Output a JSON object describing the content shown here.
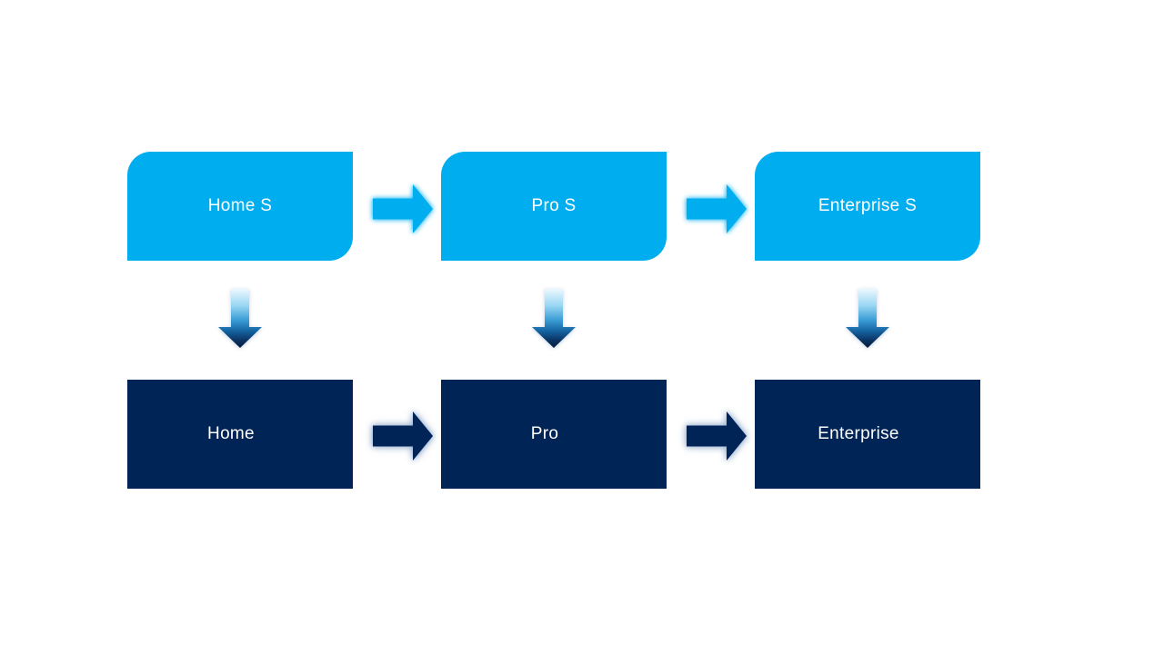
{
  "diagram": {
    "kind": "upgrade-flow",
    "top_row": {
      "boxes": [
        {
          "label": "Home S"
        },
        {
          "label": "Pro S"
        },
        {
          "label": "Enterprise S"
        }
      ]
    },
    "bottom_row": {
      "boxes": [
        {
          "label": "Home"
        },
        {
          "label": "Pro"
        },
        {
          "label": "Enterprise"
        }
      ]
    },
    "icons": {
      "right_arrow": "block-arrow-right",
      "down_arrow": "block-arrow-down"
    }
  },
  "colors": {
    "background": "#ffffff",
    "light_blue": "#00aeef",
    "dark_navy": "#012456",
    "label_text": "#ffffff",
    "down_gradient": [
      "#ecf8fe",
      "#9ad7f3",
      "#3e9fd7",
      "#14629f",
      "#0a3160",
      "#071d3c"
    ]
  }
}
